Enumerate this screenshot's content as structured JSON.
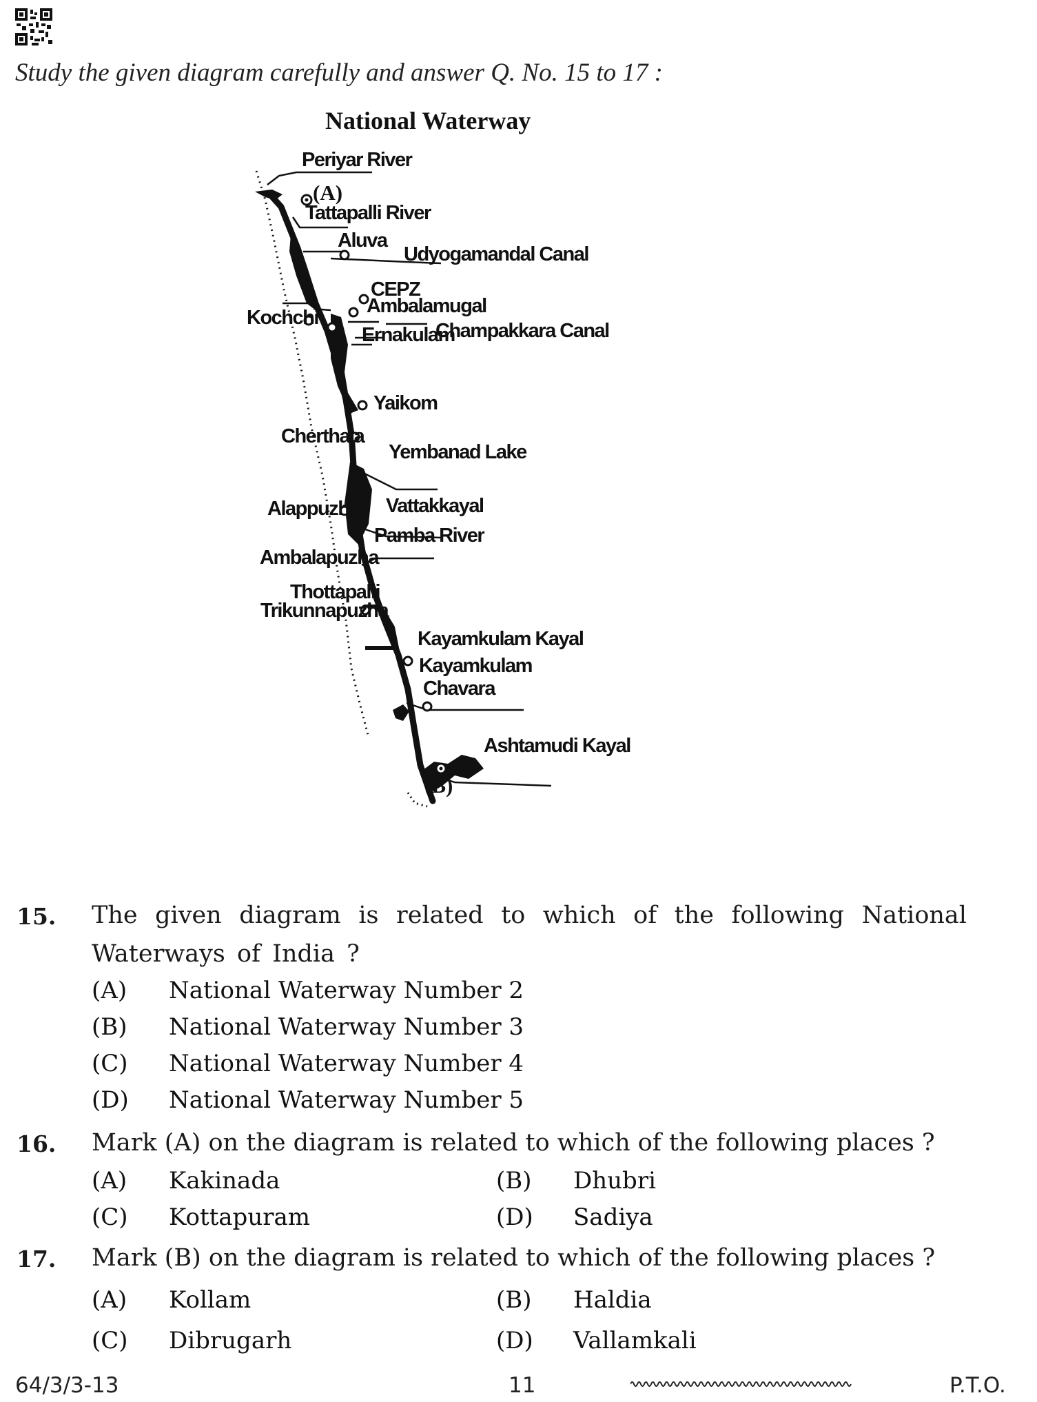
{
  "intro": "Study the given diagram carefully and answer Q. No. 15 to 17 :",
  "map": {
    "title": "National Waterway",
    "labels": {
      "periyar": "Periyar River",
      "tattapalli": "Tattapalli River",
      "aluva": "Aluva",
      "udyogamandal": "Udyogamandal Canal",
      "cepz": "CEPZ",
      "ambalamugal": "Ambalamugal",
      "kochchi": "Kochchi",
      "ernakulam": "Ernakulam",
      "champakkara": "Champakkara Canal",
      "yaikom": "Yaikom",
      "cherthala": "Cherthala",
      "vembanad": "Yembanad Lake",
      "vattakkayal": "Vattakkayal",
      "alappuzha": "Alappuzha",
      "pamba": "Pamba River",
      "ambalapuzha": "Ambalapuzha",
      "thottapalli": "Thottapalli",
      "trikunnapuzha": "Trikunnapuzha",
      "kayamkulam_kayal": "Kayamkulam Kayal",
      "kayamkulam": "Kayamkulam",
      "chavara": "Chavara",
      "ashtamudi": "Ashtamudi Kayal",
      "mark_a": "(A)",
      "mark_b": "(B)"
    }
  },
  "questions": [
    {
      "number": "15.",
      "text": "The given diagram is related to which of the following National Waterways of India ?",
      "options": [
        {
          "label": "(A)",
          "text": "National Waterway Number 2"
        },
        {
          "label": "(B)",
          "text": "National Waterway Number 3"
        },
        {
          "label": "(C)",
          "text": "National Waterway Number 4"
        },
        {
          "label": "(D)",
          "text": "National Waterway Number 5"
        }
      ]
    },
    {
      "number": "16.",
      "text": "Mark (A) on the diagram is related to which of the following places ?",
      "options": [
        {
          "label": "(A)",
          "text": "Kakinada"
        },
        {
          "label": "(B)",
          "text": "Dhubri"
        },
        {
          "label": "(C)",
          "text": "Kottapuram"
        },
        {
          "label": "(D)",
          "text": "Sadiya"
        }
      ]
    },
    {
      "number": "17.",
      "text": "Mark (B) on the diagram is related to which of the following places ?",
      "options": [
        {
          "label": "(A)",
          "text": "Kollam"
        },
        {
          "label": "(B)",
          "text": "Haldia"
        },
        {
          "label": "(C)",
          "text": "Dibrugarh"
        },
        {
          "label": "(D)",
          "text": "Vallamkali"
        }
      ]
    }
  ],
  "footer": {
    "code": "64/3/3-13",
    "page": "11",
    "pto": "P.T.O."
  }
}
